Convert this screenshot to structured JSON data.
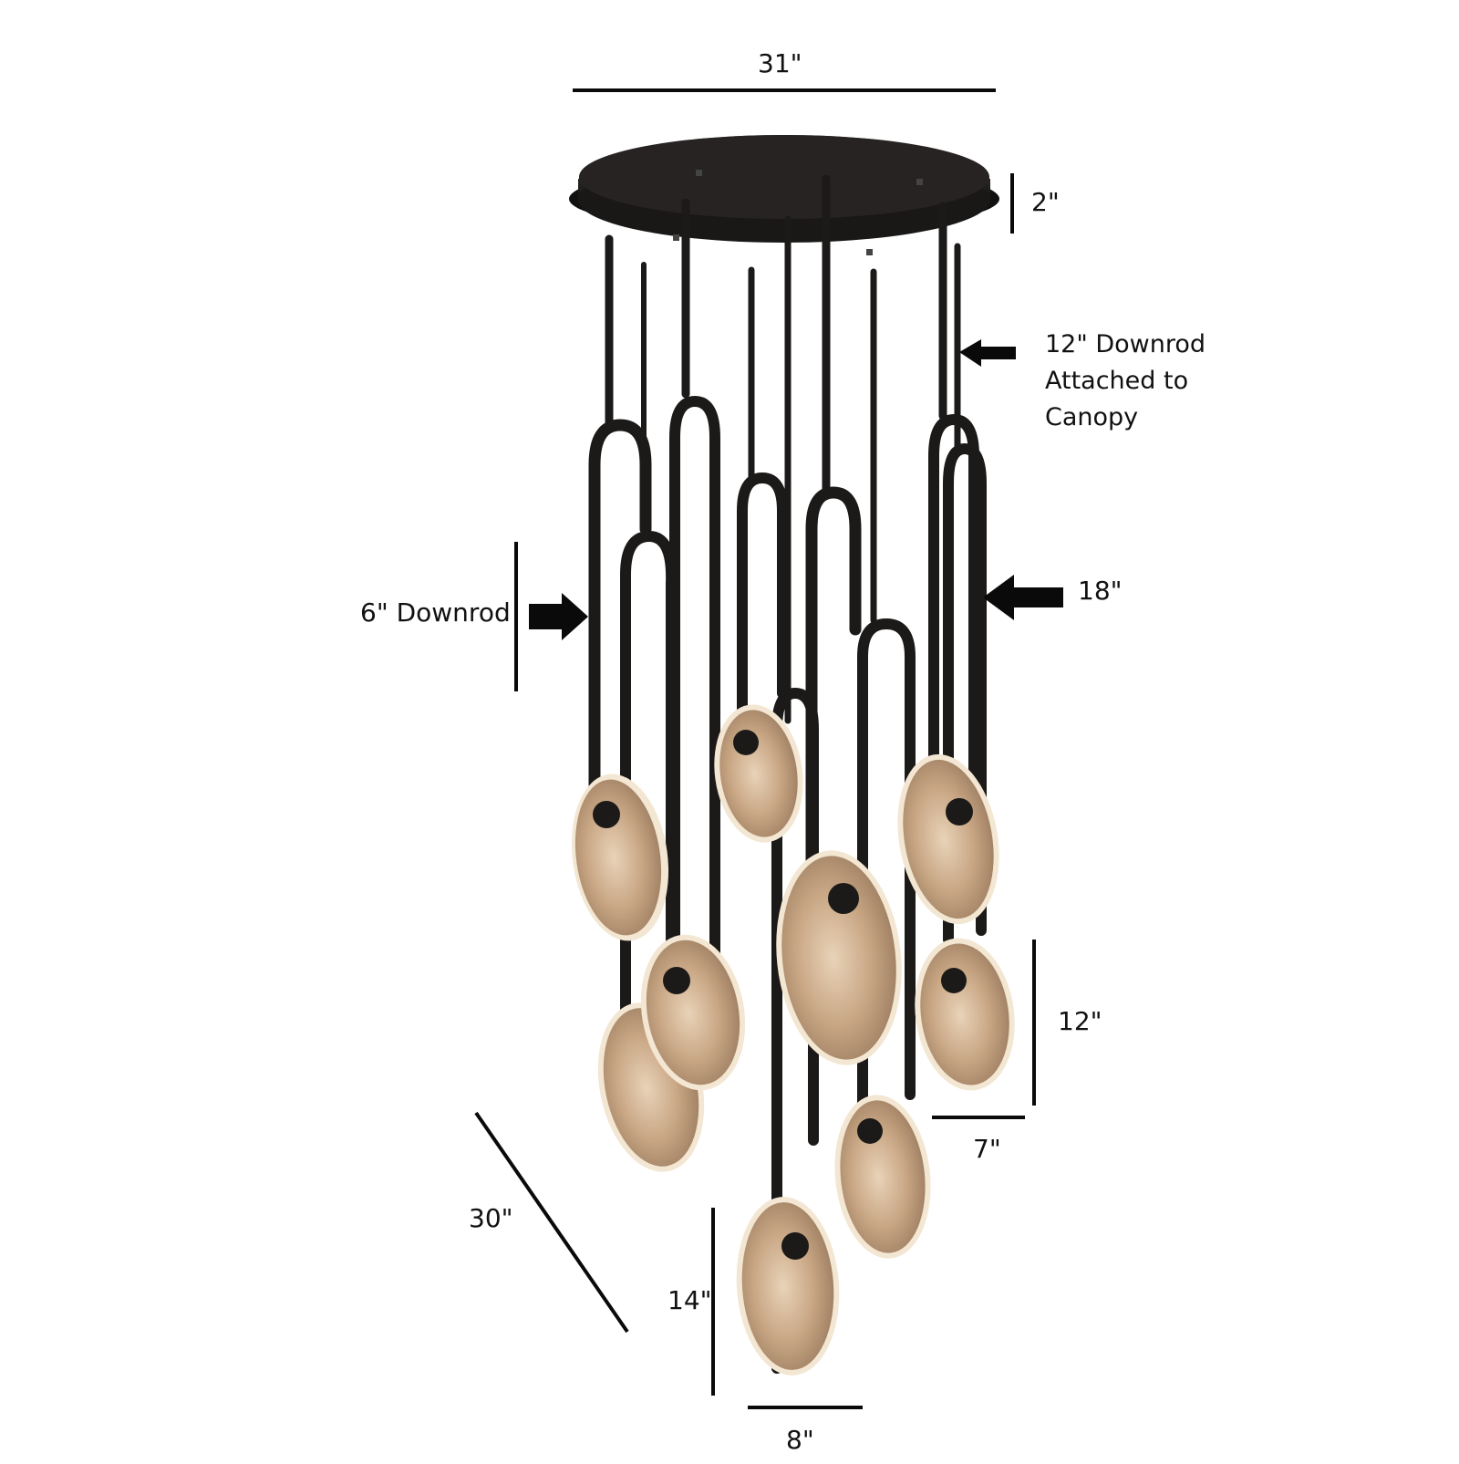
{
  "labels": {
    "canopy_width": "31\"",
    "canopy_height": "2\"",
    "downrod_12_line1": "12\" Downrod",
    "downrod_12_line2": "Attached to",
    "downrod_12_line3": "Canopy",
    "downrod_6": "6\" Downrod",
    "downrod_18": "18\"",
    "pendant_height_12": "12\"",
    "pendant_width_7": "7\"",
    "diameter_30": "30\"",
    "pendant_height_14": "14\"",
    "pendant_width_8": "8\""
  },
  "colors": {
    "fixture_black": "#1c1a19",
    "glass_amber": "#c9a98a",
    "glass_edge": "#f3e6d2",
    "dimension_line": "#0a0a0a"
  }
}
